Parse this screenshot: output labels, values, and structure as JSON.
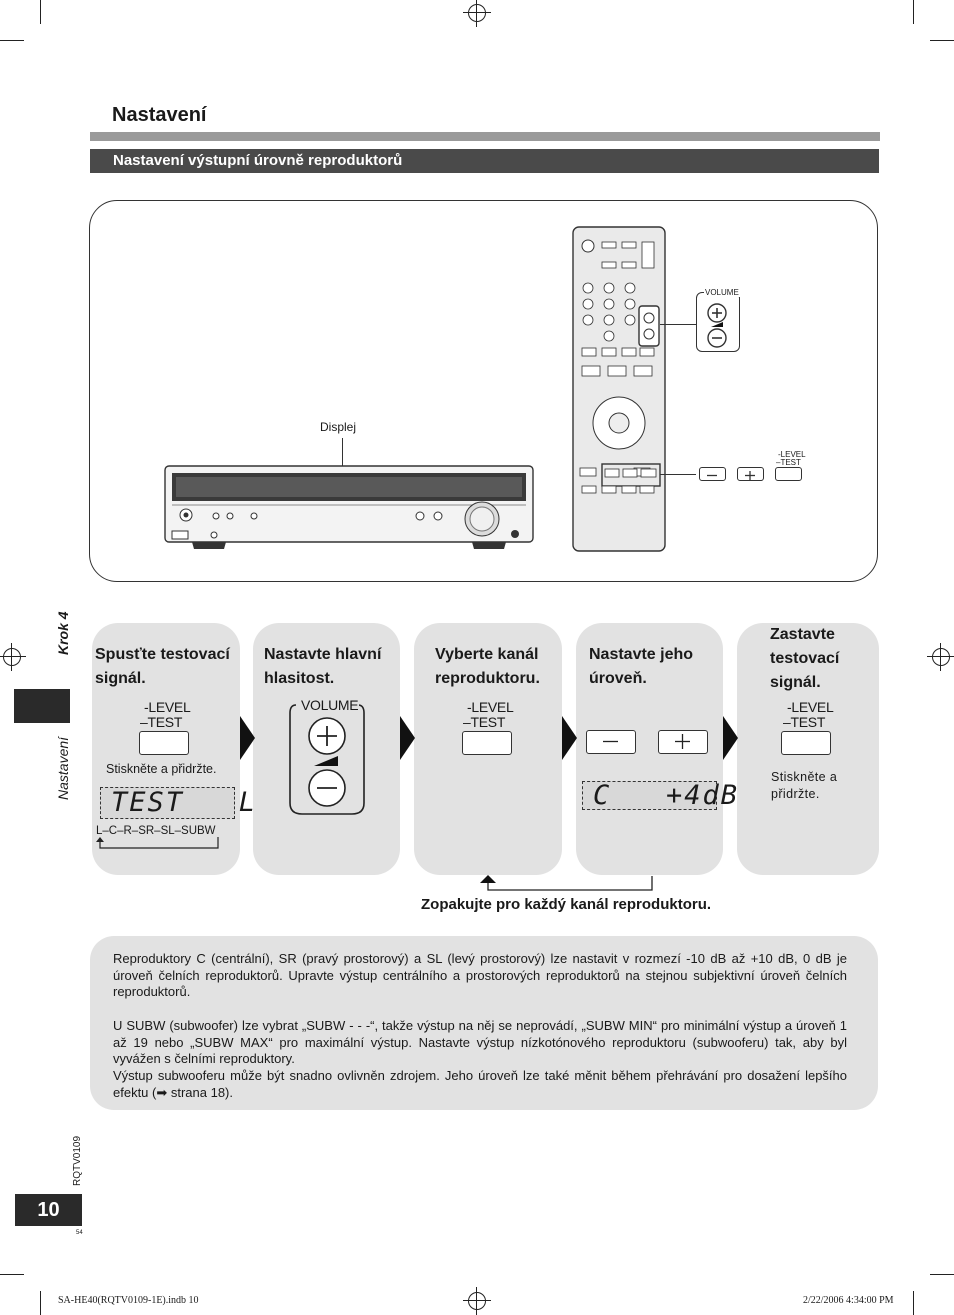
{
  "header": {
    "section_title": "Nastavení",
    "subheading": "Nastavení výstupní úrovně reproduktorů"
  },
  "illustration": {
    "display_label": "Displej",
    "remote_volume_label": "VOLUME",
    "remote_level_label": "-LEVEL",
    "remote_test_label": "–TEST"
  },
  "steps": [
    {
      "title_line1": "Spusťte testovací",
      "title_line2": "signál.",
      "level": "-LEVEL",
      "test": "–TEST",
      "note": "Stiskněte a přidržte.",
      "display": "TEST   L",
      "sequence": "L–C–R–SR–SL–SUBW"
    },
    {
      "title_line1": "Nastavte hlavní",
      "title_line2": "hlasitost.",
      "volume_label": "VOLUME"
    },
    {
      "title_line1": "Vyberte kanál",
      "title_line2": "reproduktoru.",
      "level": "-LEVEL",
      "test": "–TEST"
    },
    {
      "title_line1": "Nastavte jeho",
      "title_line2": "úroveň.",
      "display": "C   +4dB"
    },
    {
      "title_line1": "Zastavte",
      "title_line2": "testovací",
      "title_line3": "signál.",
      "level": "-LEVEL",
      "test": "–TEST",
      "note_line1": "Stiskněte a",
      "note_line2": "přidržte."
    }
  ],
  "repeat_caption": "Zopakujte pro každý kanál reproduktoru.",
  "info": {
    "p1": "Reproduktory C (centrální), SR (pravý prostorový) a SL (levý prostorový) lze nastavit v rozmezí  -10 dB až +10 dB, 0 dB je úroveň čelních reproduktorů. Upravte výstup centrálního a prostorových reproduktorů na stejnou subjektivní úroveň čelních reproduktorů.",
    "p2": "U SUBW (subwoofer) lze vybrat „SUBW - - -“, takže výstup na něj se neprovádí, „SUBW MIN“ pro minimální výstup a úroveň 1 až 19 nebo „SUBW MAX“ pro maximální výstup. Nastavte výstup nízkotónového reproduktoru (subwooferu) tak, aby byl vyvážen s čelními reproduktory.",
    "p3": "Výstup subwooferu může být snadno ovlivněn zdrojem. Jeho úroveň lze také měnit během přehrávání pro dosažení lepšího efektu (➡ strana 18)."
  },
  "side": {
    "step": "Krok 4",
    "section": "Nastavení",
    "doc_code": "RQTV0109",
    "page": "10",
    "tiny": "54"
  },
  "footer": {
    "file": "SA-HE40(RQTV0109-1E).indb  10",
    "date": "2/22/2006   4:34:00 PM"
  }
}
